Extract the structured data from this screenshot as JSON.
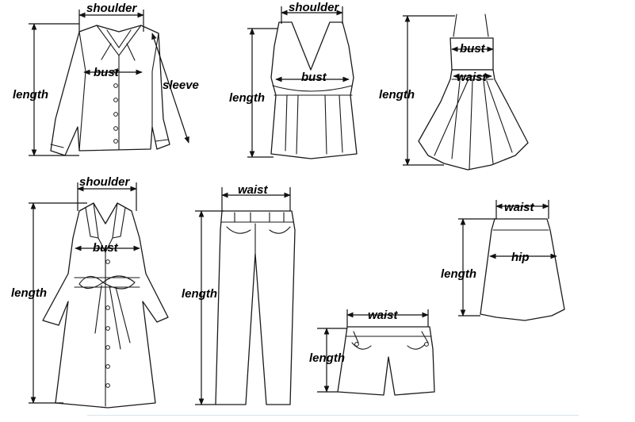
{
  "labels": {
    "shoulder": "shoulder",
    "bust": "bust",
    "length": "length",
    "sleeve": "sleeve",
    "waist": "waist",
    "hip": "hip"
  }
}
